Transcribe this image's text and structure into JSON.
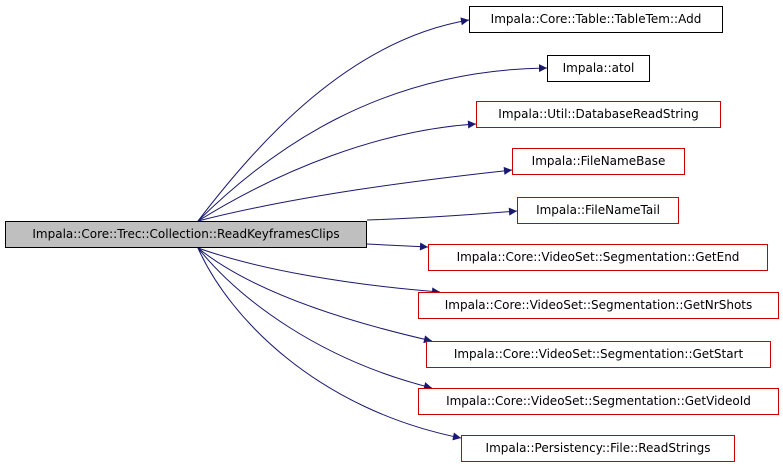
{
  "source": {
    "label": "Impala::Core::Trec::Collection::ReadKeyframesClips"
  },
  "targets": [
    {
      "label": "Impala::Core::Table::TableTem::Add",
      "border": "#000000"
    },
    {
      "label": "Impala::atol",
      "border": "#000000"
    },
    {
      "label": "Impala::Util::DatabaseReadString",
      "border": "#cc0000"
    },
    {
      "label": "Impala::FileNameBase",
      "border": "#cc0000"
    },
    {
      "label": "Impala::FileNameTail",
      "border": "#cc0000"
    },
    {
      "label": "Impala::Core::VideoSet::Segmentation::GetEnd",
      "border": "#cc0000"
    },
    {
      "label": "Impala::Core::VideoSet::Segmentation::GetNrShots",
      "border": "#cc0000"
    },
    {
      "label": "Impala::Core::VideoSet::Segmentation::GetStart",
      "border": "#cc0000"
    },
    {
      "label": "Impala::Core::VideoSet::Segmentation::GetVideoId",
      "border": "#cc0000"
    },
    {
      "label": "Impala::Persistency::File::ReadStrings",
      "border": "#cc0000"
    }
  ],
  "colors": {
    "edge": "#191970",
    "source_fill": "#bfbfbf"
  }
}
